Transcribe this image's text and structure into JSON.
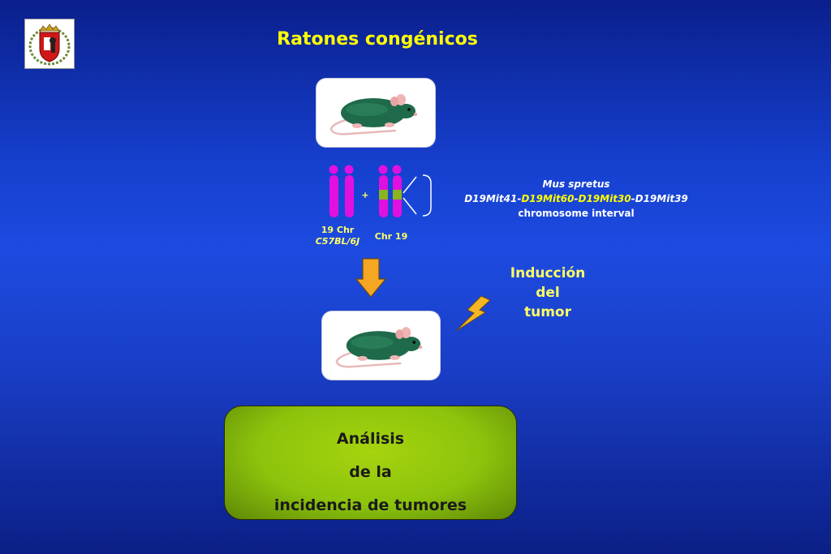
{
  "title": "Ratones congénicos",
  "icons": {
    "crest": "coat-of-arms-icon",
    "arrow": "orange-down-arrow-icon",
    "lightning": "lightning-bolt-icon",
    "mouse": "mouse-icon"
  },
  "chromosomes": {
    "plus_sign": "+",
    "left_label_line1": "19 Chr",
    "left_label_line2": "C57BL/6J",
    "right_label": "Chr 19"
  },
  "interval": {
    "species": "Mus spretus",
    "marker_1": "D19Mit41",
    "sep_1": "-",
    "marker_2": "D19Mit60",
    "sep_2": "-",
    "marker_3": "D19Mit30",
    "sep_3": "-",
    "marker_4": "D19Mit39",
    "description": "chromosome interval"
  },
  "induction": {
    "line1": "Inducción",
    "line2": "del",
    "line3": "tumor"
  },
  "analysis": {
    "line1": "Análisis",
    "line2": "de la",
    "line3": "incidencia de tumores"
  },
  "colors": {
    "title": "#ffff00",
    "chromosome": "#e010e0",
    "spretus_segment": "#8ab51e",
    "analysis_box": "#8cc30c",
    "arrow": "#f5a623"
  }
}
